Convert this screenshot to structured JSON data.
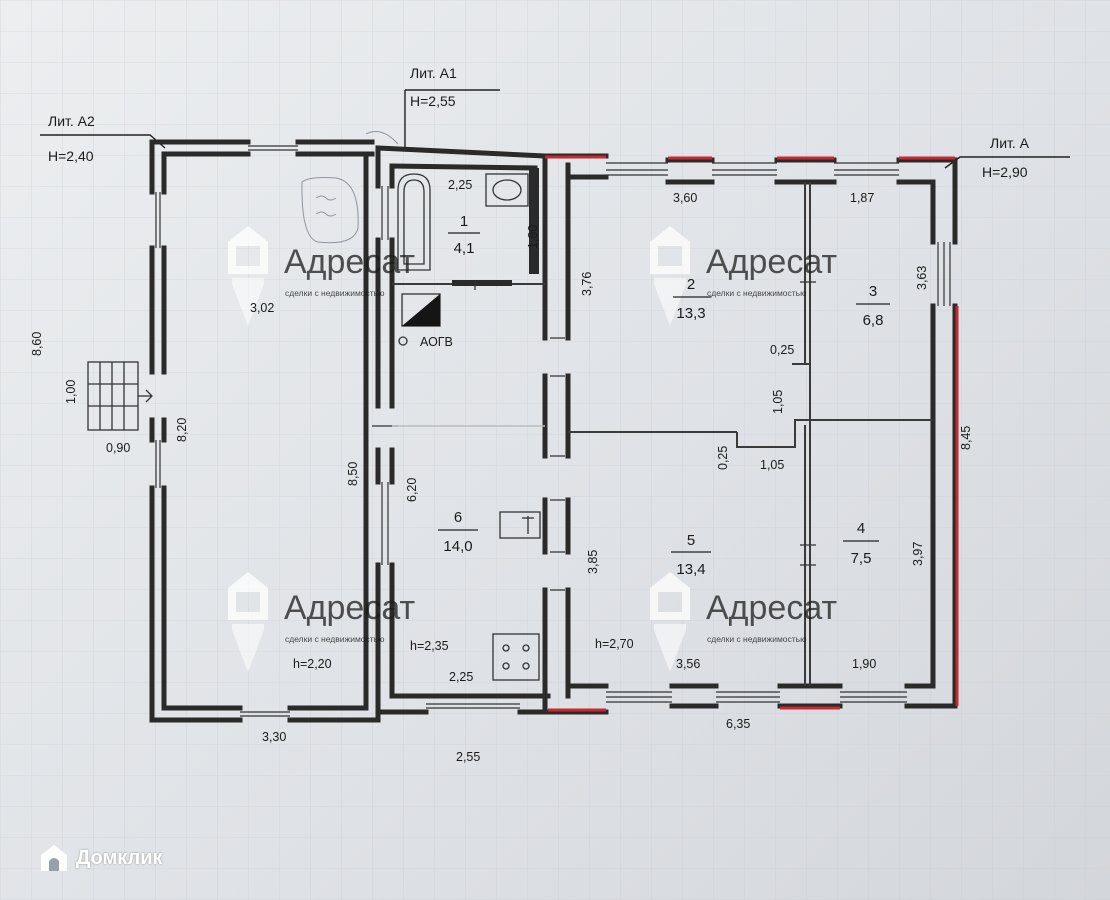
{
  "litera": {
    "a2": {
      "name": "Лит. А2",
      "height": "H=2,40"
    },
    "a1": {
      "name": "Лит. А1",
      "height": "H=2,55"
    },
    "a": {
      "name": "Лит. А",
      "height": "H=2,90"
    }
  },
  "rooms": [
    {
      "number": "1",
      "area": "4,1"
    },
    {
      "number": "2",
      "area": "13,3"
    },
    {
      "number": "3",
      "area": "6,8"
    },
    {
      "number": "4",
      "area": "7,5"
    },
    {
      "number": "5",
      "area": "13,4"
    },
    {
      "number": "6",
      "area": "14,0"
    }
  ],
  "dimensions": {
    "overall_left": "8,60",
    "porch_width": "1,00",
    "porch_depth": "0,90",
    "a2_length": "8,20",
    "a2_width": "3,02",
    "a2_outer": "3,30",
    "a1_length": "8,50",
    "a1_outer": "2,55",
    "r1_width": "2,25",
    "r1_depth": "1,80",
    "r6_length": "6,20",
    "r6_width": "2,25",
    "r2_width": "3,60",
    "r2_depth": "3,76",
    "r3_width": "1,87",
    "r3_depth": "3,63",
    "r5_depth": "3,85",
    "r5_width": "3,56",
    "r4_width": "1,90",
    "r4_depth": "3,97",
    "right_outer": "8,45",
    "bottom_outer": "6,35",
    "corridor_depth": "1,05",
    "corridor_width": "1,05",
    "wall_a": "0,25",
    "wall_b": "0,25"
  },
  "heights": {
    "a2": "h=2,20",
    "a1": "h=2,35",
    "a": "h=2,70"
  },
  "equipment": {
    "boiler": "АОГВ"
  },
  "watermark": {
    "name": "Адресат",
    "tagline": "сделки с недвижимостью"
  },
  "brand": {
    "name": "Домклик"
  },
  "colors": {
    "wall": "#2a2a2a",
    "accent_wall": "#c8282f",
    "paper": "#e6e8eb"
  }
}
